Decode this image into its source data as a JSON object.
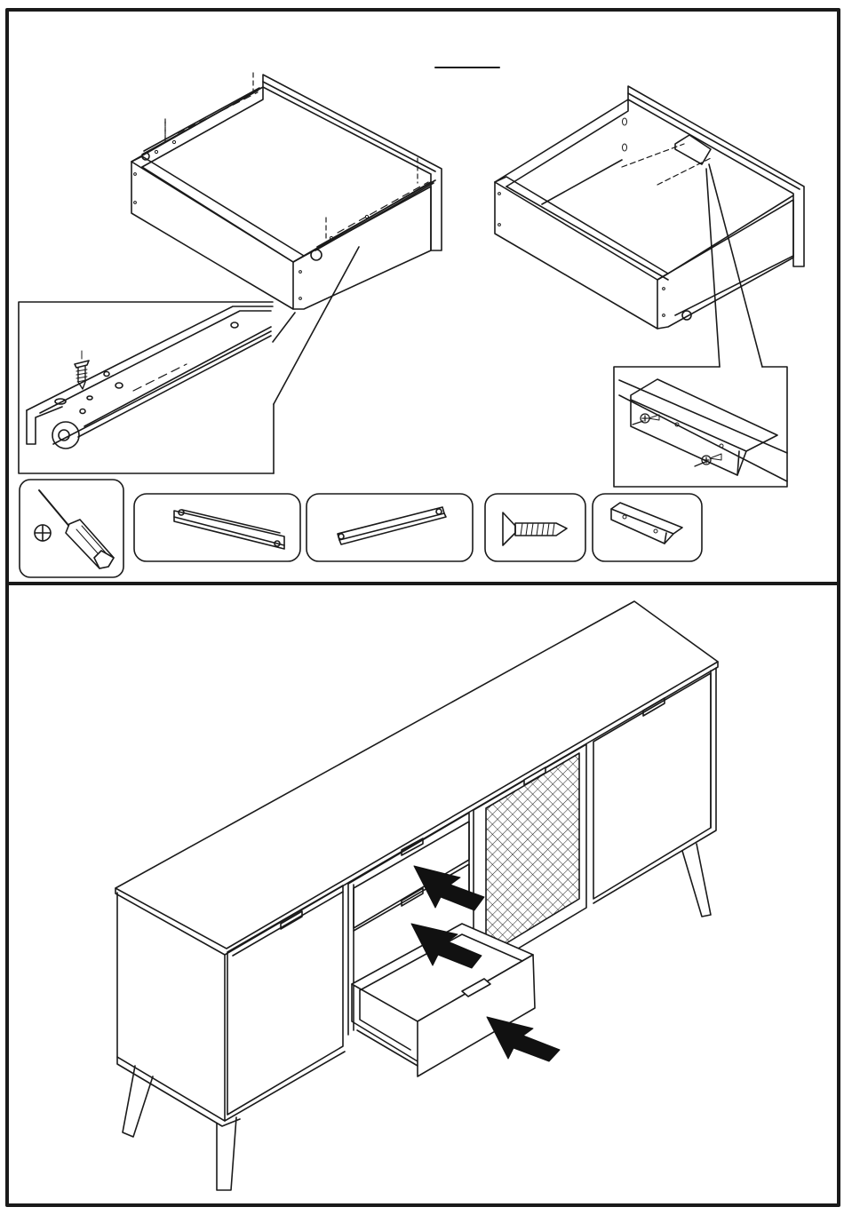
{
  "page": {
    "step_number": "",
    "top_panel": {
      "left_drawer": "drawer-with-runners",
      "right_drawer": "drawer-with-back-bracket",
      "detail_left": "runner-screw-detail",
      "detail_right": "bracket-screw-detail"
    },
    "parts": [
      {
        "id": "screwdriver",
        "icon": "phillips-screwdriver-icon"
      },
      {
        "id": "runner-left",
        "icon": "drawer-runner-icon"
      },
      {
        "id": "runner-right",
        "icon": "drawer-runner-icon"
      },
      {
        "id": "screw",
        "icon": "wood-screw-icon"
      },
      {
        "id": "bracket",
        "icon": "drawer-stop-bracket-icon"
      }
    ],
    "bottom_panel": {
      "subject": "sideboard-with-drawers",
      "arrows": 3
    },
    "colors": {
      "line": "#1a1a1a",
      "background": "#ffffff",
      "arrow": "#111111"
    }
  }
}
